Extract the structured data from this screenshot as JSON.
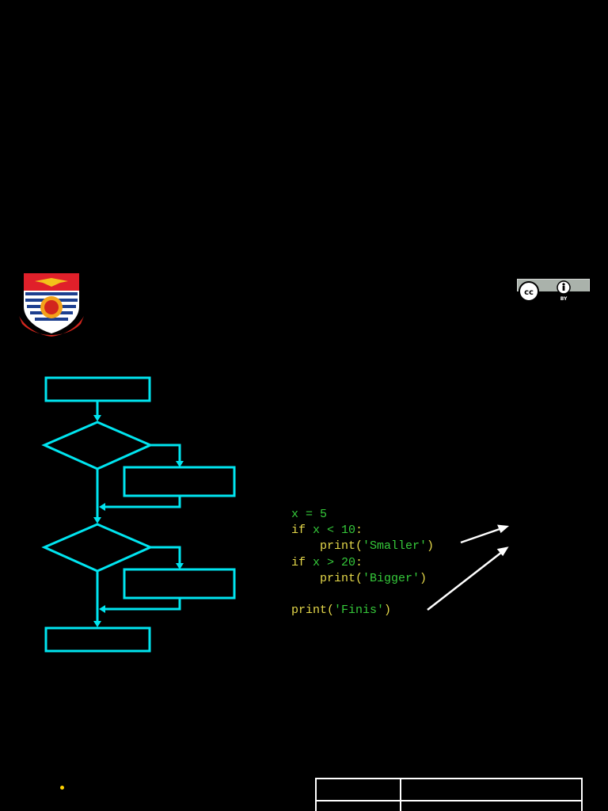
{
  "code": {
    "lines": [
      [
        {
          "t": "x = 5",
          "c": "nm"
        }
      ],
      [
        {
          "t": "if ",
          "c": "kw"
        },
        {
          "t": "x < 10",
          "c": "nm"
        },
        {
          "t": ":",
          "c": "kw"
        }
      ],
      [
        {
          "t": "    print(",
          "c": "pu"
        },
        {
          "t": "'Smaller'",
          "c": "st"
        },
        {
          "t": ")",
          "c": "pu"
        }
      ],
      [
        {
          "t": "if ",
          "c": "kw"
        },
        {
          "t": "x > 20",
          "c": "nm"
        },
        {
          "t": ":",
          "c": "kw"
        }
      ],
      [
        {
          "t": "    print(",
          "c": "pu"
        },
        {
          "t": "'Bigger'",
          "c": "st"
        },
        {
          "t": ")",
          "c": "pu"
        }
      ],
      [
        {
          "t": "",
          "c": "nm"
        }
      ],
      [
        {
          "t": "print(",
          "c": "pu"
        },
        {
          "t": "'Finis'",
          "c": "st"
        },
        {
          "t": ")",
          "c": "pu"
        }
      ]
    ]
  },
  "license_badge": {
    "cc": "cc",
    "by": "BY",
    "icon": "creative-commons-by-icon"
  },
  "logo": {
    "icon": "university-crest-icon"
  },
  "colors": {
    "background": "#000000",
    "flow_stroke": "#00e5f0",
    "keyword": "#e5d84a",
    "name": "#35c93a",
    "bullet": "#ffd200",
    "arrow": "#ffffff"
  }
}
